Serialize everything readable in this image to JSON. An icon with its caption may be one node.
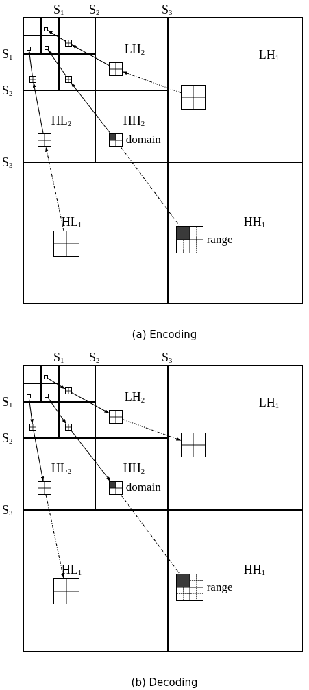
{
  "diagram": {
    "nodes": [
      {
        "text": [],
        "shape": "box"
      },
      {
        "text": [],
        "shape": "box"
      },
      {
        "text": [],
        "shape": "box",
        "in": 1
      },
      {
        "text": [],
        "shape": "box"
      },
      {
        "text": [],
        "shape": "box",
        "in": 3
      },
      {
        "text": [],
        "shape": "box"
      },
      {
        "text": [],
        "shape": "box",
        "in": 5
      },
      {
        "text": [],
        "shape": "box"
      },
      {
        "text": [],
        "shape": "box",
        "in": 7
      },
      {
        "text": [
          "LH$_{2}$"
        ]
      },
      {
        "text": [],
        "shape": "box",
        "in": 9
      },
      {
        "text": [
          "LH$_{1}$"
        ]
      },
      {
        "text": [],
        "shape": "box",
        "in": 11
      },
      {
        "text": [],
        "shape": "box"
      },
      {
        "text": [],
        "shape": "box",
        "in": 13
      },
      {
        "text": [],
        "shape": "box"
      },
      {
        "text": [],
        "shape": "box",
        "in": 15
      },
      {
        "text": [
          "HL$_{2}$"
        ]
      },
      {
        "text": [],
        "shape": "box",
        "in": 17
      },
      {
        "text": [
          "HH$_{2}$"
        ]
      },
      {
        "text": [],
        "shape": "box",
        "in": 19,
        "beside": [
          "domain"
        ]
      },
      {
        "text": [
          "HL$_{1}$"
        ]
      },
      {
        "text": [],
        "shape": "box",
        "in": 21
      },
      {
        "text": [
          "HH$_{1}$"
        ]
      },
      {
        "text": [],
        "shape": "box",
        "in": 23,
        "beside": [
          "range"
        ]
      },
      {
        "text": [],
        "shape": "box"
      },
      {
        "text": [],
        "shape": "box"
      },
      {
        "text": [],
        "shape": "box",
        "in": 26
      },
      {
        "text": [],
        "shape": "box"
      },
      {
        "text": [],
        "shape": "box",
        "in": 28
      },
      {
        "text": [],
        "shape": "box"
      },
      {
        "text": [],
        "shape": "box",
        "in": 30
      },
      {
        "text": [],
        "shape": "box"
      },
      {
        "text": [],
        "shape": "box",
        "in": 32
      },
      {
        "text": [
          "LH$_{2}$"
        ]
      },
      {
        "text": [],
        "shape": "box",
        "in": 34
      },
      {
        "text": [
          "LH$_{1}$"
        ]
      },
      {
        "text": [],
        "shape": "box",
        "in": 36
      },
      {
        "text": [],
        "shape": "box"
      },
      {
        "text": [],
        "shape": "box",
        "in": 38
      },
      {
        "text": [],
        "shape": "box"
      },
      {
        "text": [],
        "shape": "box",
        "in": 40
      },
      {
        "text": [
          "HL$_{2}$"
        ]
      },
      {
        "text": [],
        "shape": "box",
        "in": 42
      },
      {
        "text": [
          "HH$_{2}$"
        ]
      },
      {
        "text": [],
        "shape": "box",
        "in": 44,
        "beside": [
          "domain"
        ]
      },
      {
        "text": [
          "HL$_{1}$"
        ]
      },
      {
        "text": [],
        "shape": "box",
        "in": 46
      },
      {
        "text": [
          "HH$_{1}$"
        ]
      },
      {
        "text": [],
        "shape": "box",
        "in": 48,
        "beside": [
          "range"
        ]
      }
    ],
    "edges": [
      {
        "from": 4,
        "to": 2,
        "arrow": "to"
      },
      {
        "from": 10,
        "to": 4,
        "arrow": "to"
      },
      {
        "from": 12,
        "to": 10,
        "arrow": "to",
        "style": "dashed"
      },
      {
        "from": 14,
        "to": 6,
        "arrow": "to"
      },
      {
        "from": 18,
        "to": 14,
        "arrow": "to"
      },
      {
        "from": 22,
        "to": 18,
        "arrow": "to",
        "style": "dashed"
      },
      {
        "from": 16,
        "to": 8,
        "arrow": "to"
      },
      {
        "from": 20,
        "to": 16,
        "arrow": "to"
      },
      {
        "from": 20,
        "to": 24,
        "arrow": "none",
        "style": "dashed"
      },
      {
        "from": 27,
        "to": 29,
        "arrow": "to"
      },
      {
        "from": 29,
        "to": 35,
        "arrow": "to"
      },
      {
        "from": 35,
        "to": 37,
        "arrow": "to",
        "style": "dashed"
      },
      {
        "from": 31,
        "to": 39,
        "arrow": "to"
      },
      {
        "from": 39,
        "to": 43,
        "arrow": "to"
      },
      {
        "from": 43,
        "to": 47,
        "arrow": "to",
        "style": "dashed"
      },
      {
        "from": 33,
        "to": 41,
        "arrow": "to"
      },
      {
        "from": 41,
        "to": 45,
        "arrow": "to"
      },
      {
        "from": 45,
        "to": 49,
        "arrow": "none",
        "style": "dashed"
      }
    ],
    "labels": [
      "S$_{1}$",
      "S$_{2}$",
      "S$_{3}$",
      "S$_{1}$",
      "S$_{2}$",
      "S$_{3}$",
      "(a) Encoding",
      "S$_{1}$",
      "S$_{2}$",
      "S$_{3}$",
      "S$_{1}$",
      "S$_{2}$",
      "S$_{3}$",
      "(b) Decoding"
    ]
  }
}
